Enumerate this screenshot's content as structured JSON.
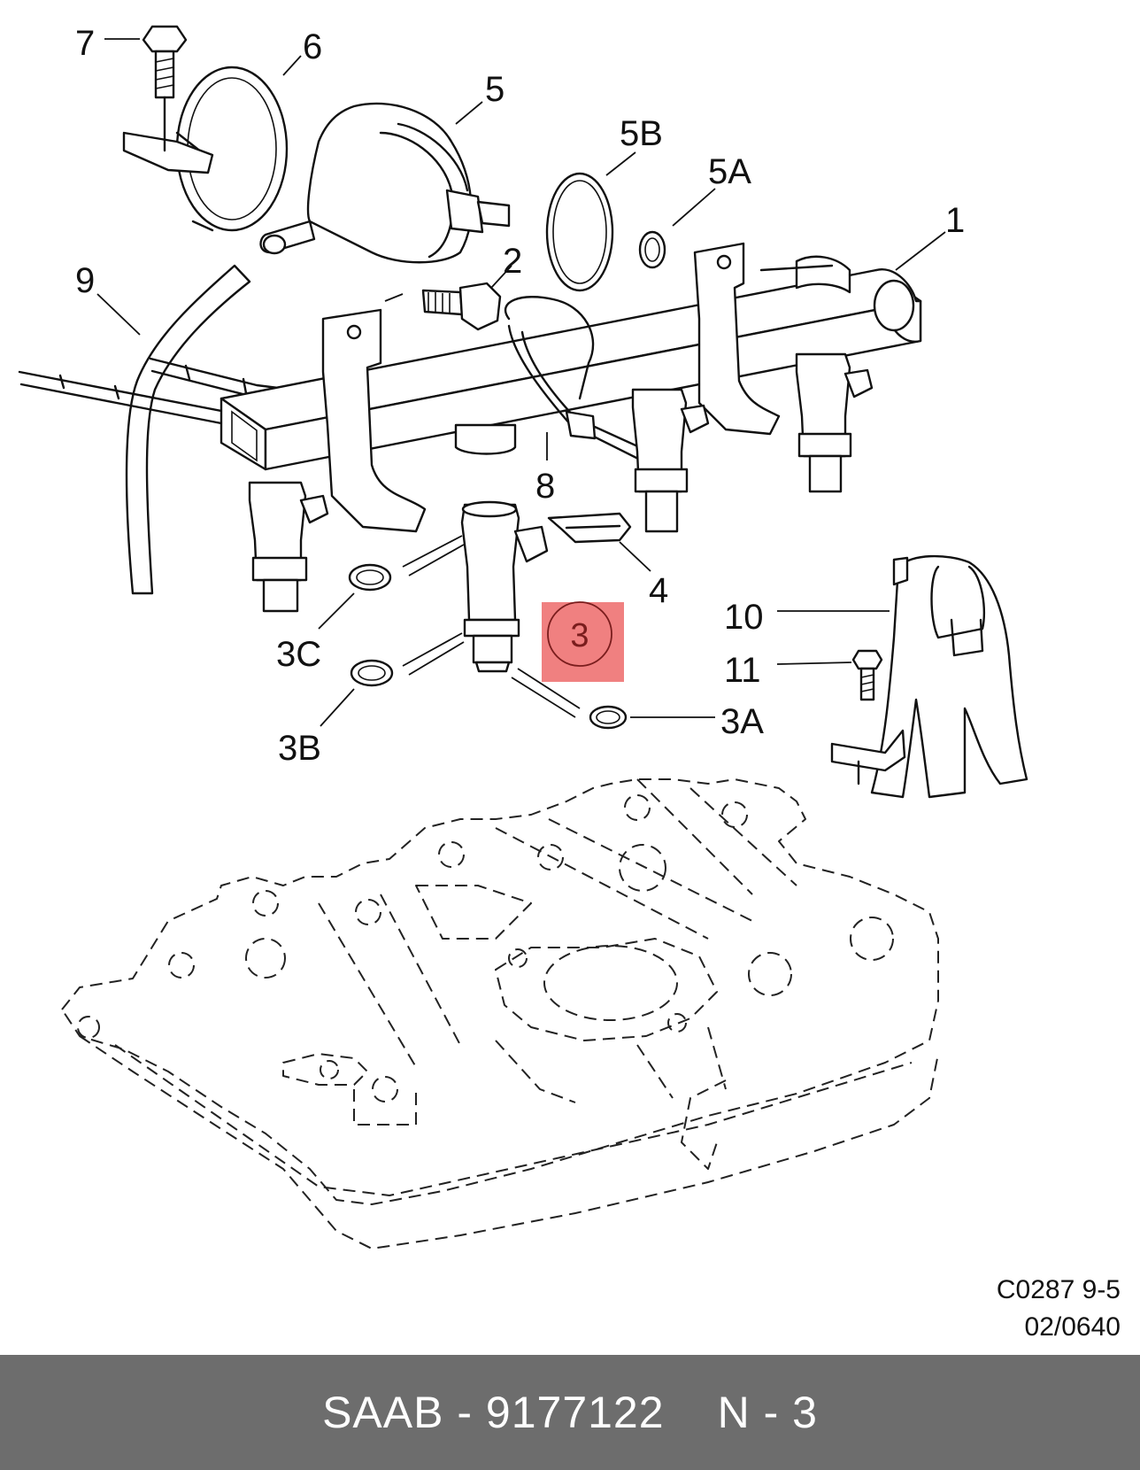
{
  "callouts": {
    "c1": "1",
    "c2": "2",
    "c3": "3",
    "c3a": "3A",
    "c3b": "3B",
    "c3c": "3C",
    "c4": "4",
    "c5": "5",
    "c5a": "5A",
    "c5b": "5B",
    "c6": "6",
    "c7": "7",
    "c8": "8",
    "c9": "9",
    "c10": "10",
    "c11": "11"
  },
  "highlight": {
    "part": "3",
    "color": "#f08080"
  },
  "drawing_code": {
    "line1": "C0287 9-5",
    "line2": "02/0640"
  },
  "footer": {
    "brand_part": "SAAB - 9177122",
    "position": "N - 3"
  },
  "colors": {
    "footer_bg": "#6d6d6d",
    "footer_text": "#ffffff"
  }
}
